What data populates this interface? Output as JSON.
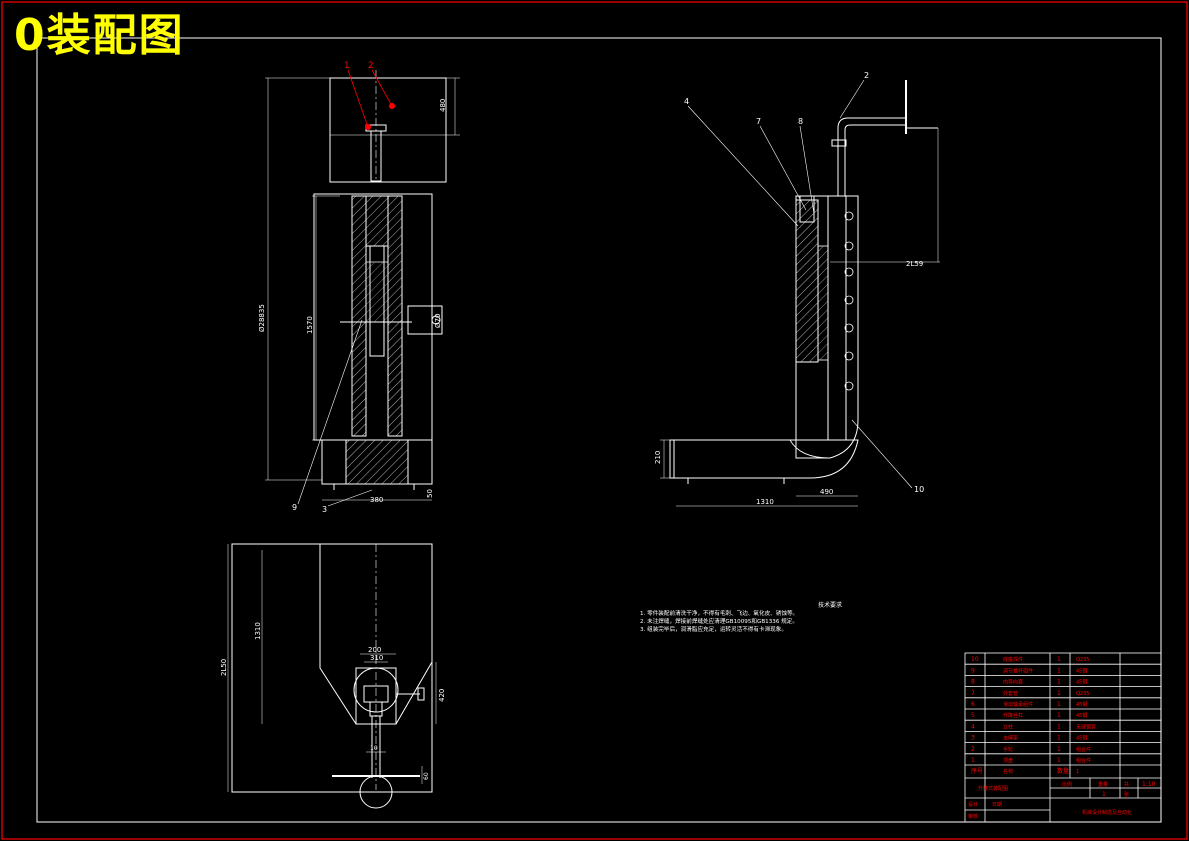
{
  "title": "0装配图",
  "front_view": {
    "balloons": [
      "1",
      "2",
      "9",
      "3"
    ],
    "dimensions": [
      "480",
      "Ø28835",
      "1570",
      "380",
      "Ø70",
      "50"
    ]
  },
  "side_view": {
    "balloons": [
      "4",
      "7",
      "8",
      "2",
      "10"
    ],
    "dimensions": [
      "2L59",
      "210",
      "490",
      "1310"
    ]
  },
  "top_view": {
    "dimensions": [
      "1310",
      "2L50",
      "200",
      "310",
      "420",
      "10",
      "60"
    ]
  },
  "tech_requirements": {
    "heading": "技术要求",
    "lines": [
      "1. 零件装配前清洗干净，不得有毛刺、飞边、氧化皮、锈蚀等。",
      "2. 未注焊缝，焊接前焊缝处应清理GB10095和GB1336 规定。",
      "3. 组装完毕后，润滑脂应充足，运转灵活不得有卡滞现象。"
    ]
  },
  "bom": {
    "rows": [
      {
        "no": "10",
        "name": "底座焊件",
        "qty": "1",
        "material": "Q235"
      },
      {
        "no": "9",
        "name": "调节螺杆组件",
        "qty": "1",
        "material": "45钢"
      },
      {
        "no": "8",
        "name": "内导向套",
        "qty": "1",
        "material": "45钢"
      },
      {
        "no": "7",
        "name": "外套管",
        "qty": "1",
        "material": "Q235"
      },
      {
        "no": "6",
        "name": "滑动轴承组件",
        "qty": "1",
        "material": "45钢"
      },
      {
        "no": "5",
        "name": "升降丝杠",
        "qty": "1",
        "material": "45钢"
      },
      {
        "no": "4",
        "name": "立柱",
        "qty": "1",
        "material": "无缝钢管"
      },
      {
        "no": "3",
        "name": "支撑架",
        "qty": "1",
        "material": "45钢"
      },
      {
        "no": "2",
        "name": "手轮",
        "qty": "1",
        "material": "组合件"
      },
      {
        "no": "1",
        "name": "顶盘",
        "qty": "1",
        "material": "组合件"
      }
    ],
    "header": {
      "no": "序号",
      "name": "名称",
      "qty": "数量",
      "material": "1"
    },
    "meta_left": "升降式装配图",
    "meta_labels": [
      "比例",
      "重量",
      "共",
      "张"
    ],
    "meta_values": [
      "1:10",
      "1"
    ],
    "sign_labels": [
      "设计",
      "审核"
    ],
    "sign_values": [
      "日期"
    ],
    "school": "机械设计制造及自动化"
  },
  "colors": {
    "background": "#000000",
    "line": "#ffffff",
    "border": "#ff0000",
    "title": "#ffff00",
    "annotation": "#ff0000"
  }
}
